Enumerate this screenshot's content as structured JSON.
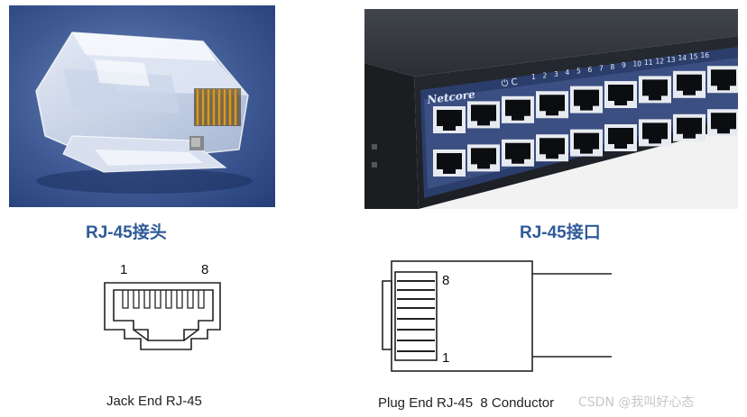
{
  "plug_photo": {
    "caption": "RJ-45接头"
  },
  "switch_photo": {
    "caption": "RJ-45接口",
    "brand": "Netcore",
    "port_numbers": [
      "1",
      "2",
      "3",
      "4",
      "5",
      "6",
      "7",
      "8",
      "9",
      "10",
      "11",
      "12",
      "13",
      "14",
      "15",
      "16"
    ]
  },
  "jack_diagram": {
    "pin_left": "1",
    "pin_right": "8",
    "label": "Jack End RJ-45"
  },
  "plug_diagram": {
    "pin_top": "8",
    "pin_bottom": "1",
    "label": "Plug End RJ-45  8 Conductor"
  },
  "watermark": "CSDN @我叫好心态",
  "colors": {
    "caption": "#2f5a97",
    "photo_bg": "#354e88",
    "switch_body": "#2a2d33"
  }
}
